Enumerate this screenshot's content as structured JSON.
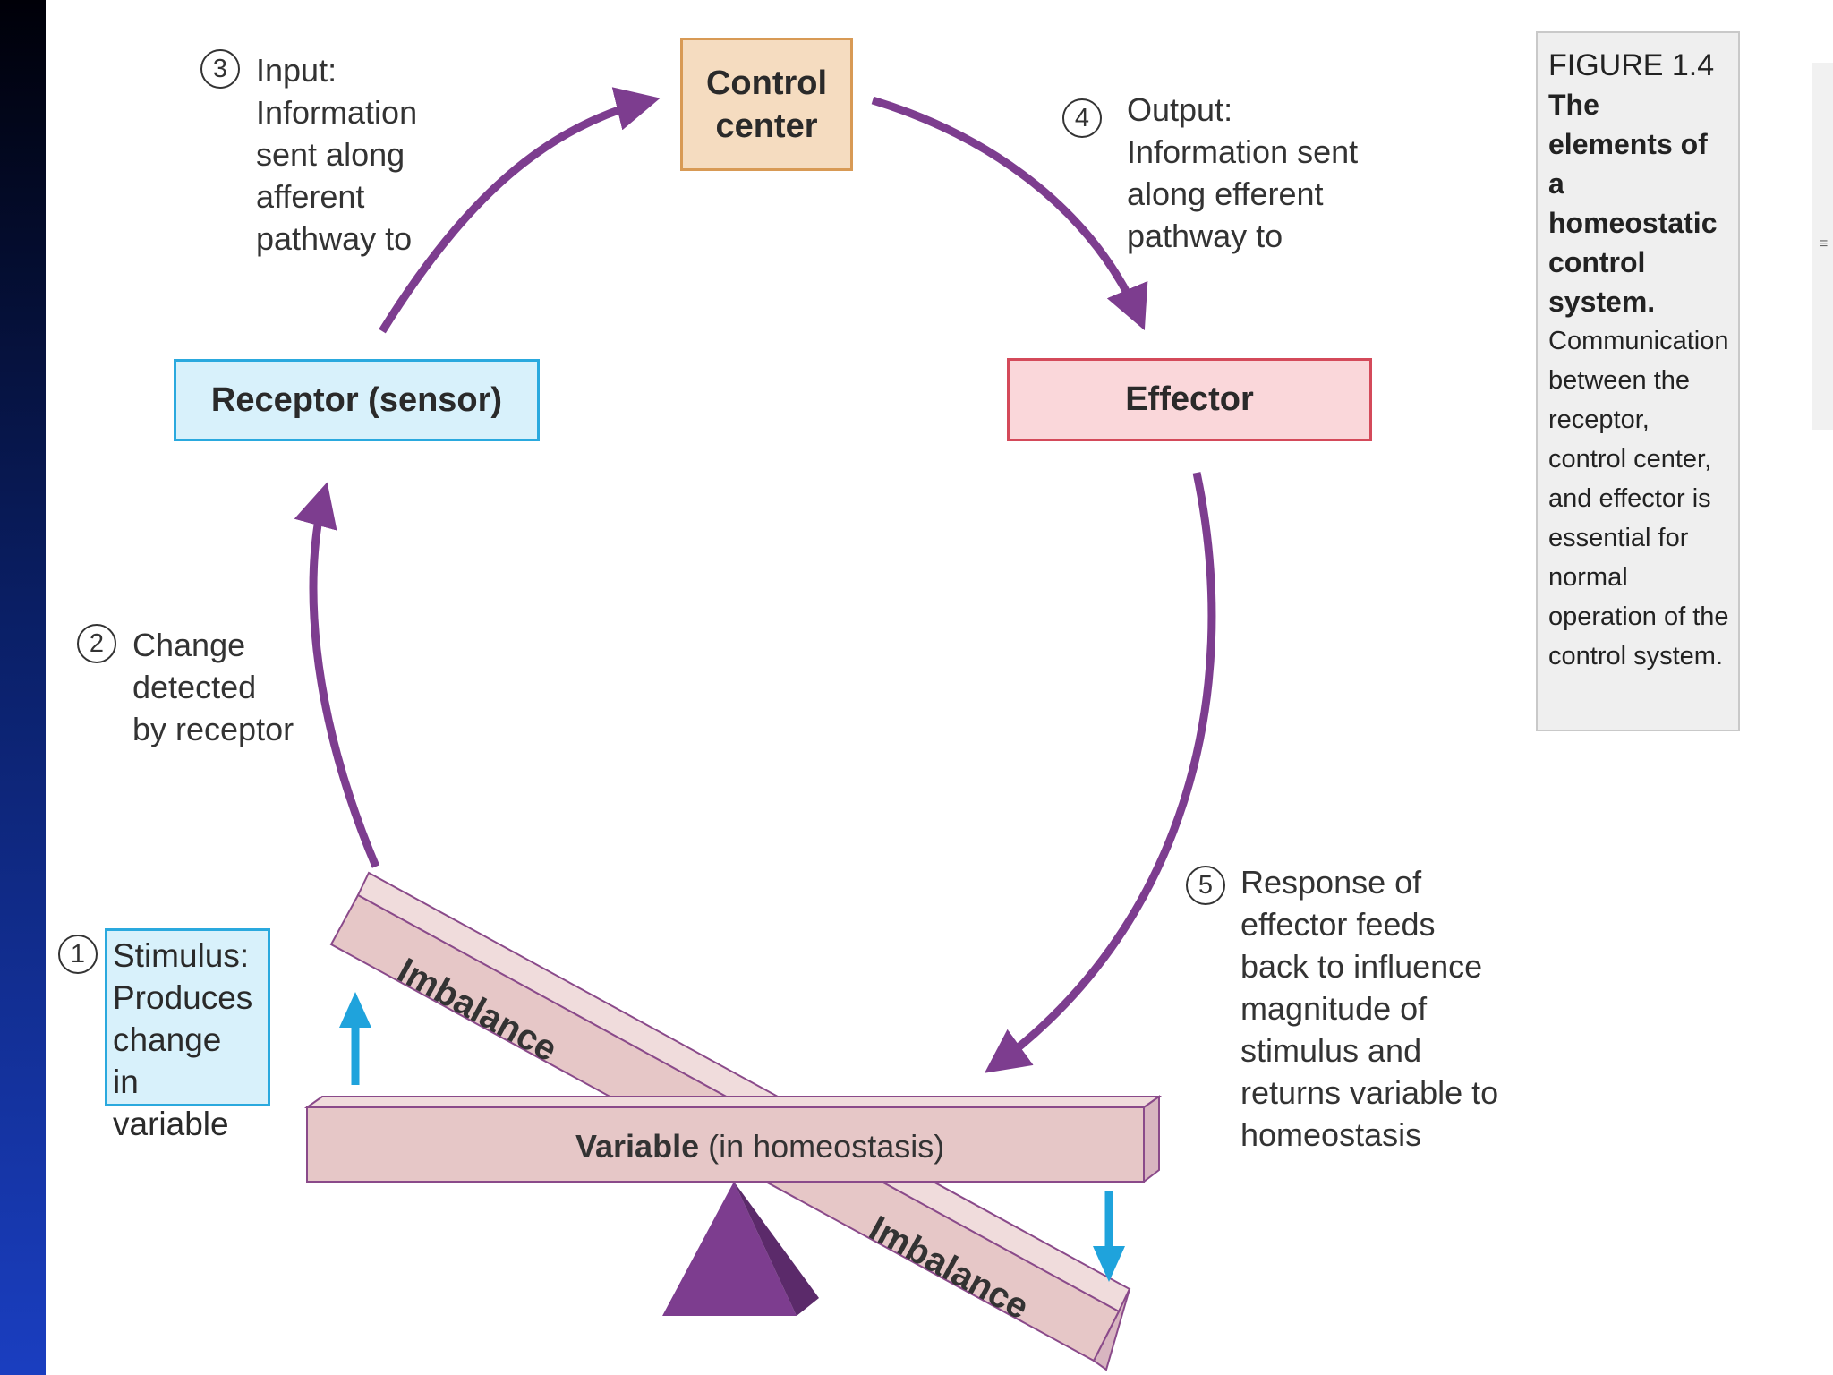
{
  "diagram": {
    "control_center": "Control\ncenter",
    "receptor": "Receptor (sensor)",
    "effector": "Effector",
    "stimulus": "Stimulus:\nProduces\nchange\nin variable",
    "steps": [
      {
        "num": "1"
      },
      {
        "num": "2",
        "text": "Change\ndetected\nby receptor"
      },
      {
        "num": "3",
        "text": "Input:\nInformation\nsent along\nafferent\npathway to"
      },
      {
        "num": "4",
        "text": "Output:\nInformation sent\nalong efferent\npathway to"
      },
      {
        "num": "5",
        "text": "Response of\neffector feeds\nback to influence\nmagnitude of\nstimulus and\nreturns variable to\nhomeostasis"
      }
    ],
    "variable_bold": "Variable",
    "variable_rest": "(in homeostasis)",
    "imbalance": "Imbalance"
  },
  "caption": {
    "figure": "FIGURE 1.4",
    "title": "The elements of a homeostatic control system.",
    "body": "Communication between the receptor, control center, and effector is essential for normal operation of the control system."
  },
  "colors": {
    "arrow_purple": "#7d3d8f",
    "arrow_blue": "#1fa3dc",
    "lever_fill": "#e6c7c7",
    "fulcrum": "#7d3d8f"
  }
}
